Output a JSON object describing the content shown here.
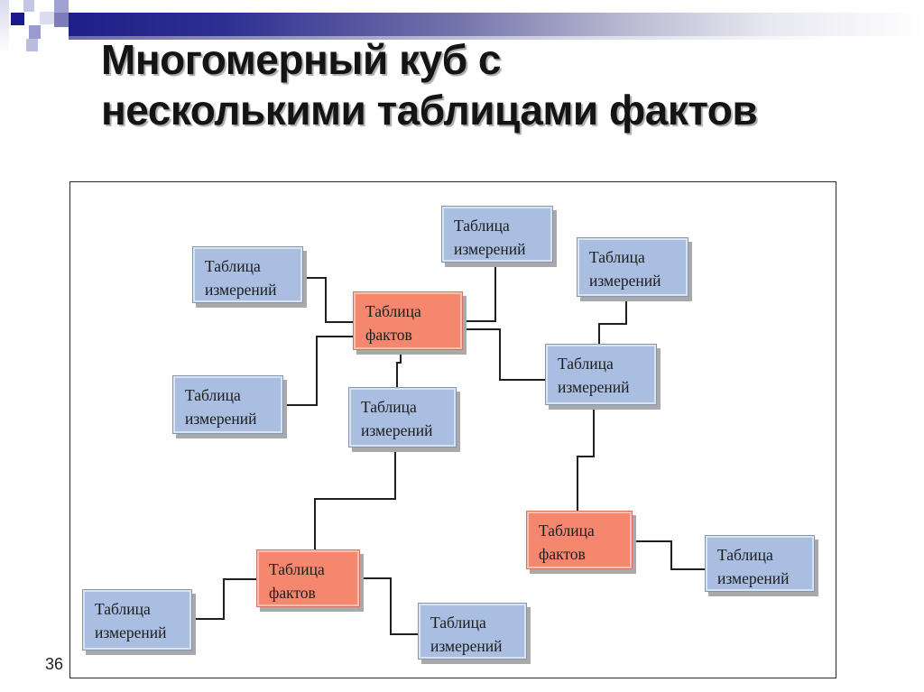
{
  "slide": {
    "title_lines": [
      "Многомерный куб с",
      "несколькими таблицами фактов"
    ],
    "page_number": "36"
  },
  "diagram": {
    "nodes": [
      {
        "type": "dimension",
        "label": "Таблица измерений"
      },
      {
        "type": "dimension",
        "label": "Таблица измерений"
      },
      {
        "type": "dimension",
        "label": "Таблица измерений"
      },
      {
        "type": "fact",
        "label": "Таблица фактов"
      },
      {
        "type": "dimension",
        "label": "Таблица измерений"
      },
      {
        "type": "dimension",
        "label": "Таблица измерений"
      },
      {
        "type": "dimension",
        "label": "Таблица измерений"
      },
      {
        "type": "fact",
        "label": "Таблица фактов"
      },
      {
        "type": "dimension",
        "label": "Таблица измерений"
      },
      {
        "type": "fact",
        "label": "Таблица фактов"
      },
      {
        "type": "dimension",
        "label": "Таблица измерений"
      },
      {
        "type": "dimension",
        "label": "Таблица измерений"
      }
    ],
    "edges": [
      {
        "from": 0,
        "to": 3
      },
      {
        "from": 3,
        "to": 1
      },
      {
        "from": 3,
        "to": 4
      },
      {
        "from": 3,
        "to": 6
      },
      {
        "from": 2,
        "to": 4
      },
      {
        "from": 4,
        "to": 7
      },
      {
        "from": 7,
        "to": 8
      },
      {
        "from": 3,
        "to": 5
      },
      {
        "from": 6,
        "to": 9
      },
      {
        "from": 9,
        "to": 10
      },
      {
        "from": 9,
        "to": 11
      }
    ]
  },
  "colors": {
    "dimension_fill": "#a9bee0",
    "fact_fill": "#f6876f",
    "header_bar_dark": "#1f1f88",
    "connector": "#1f1f1f",
    "shadow": "#a9a9a9"
  }
}
